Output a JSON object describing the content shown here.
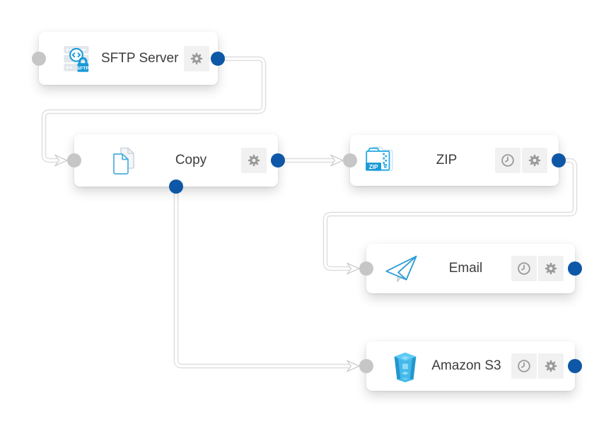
{
  "app": {
    "name": "workflow-builder-canvas"
  },
  "colors": {
    "canvas_background": "#ffffff",
    "node_background": "#ffffff",
    "input_port": "#c6c6c6",
    "output_port": "#0d57a6",
    "connector": "#ffffff",
    "connector_edge": "#dedede",
    "button_background": "#f1f1f1",
    "button_icon": "#9b9b9b",
    "brand_blue": "#1a9ad7",
    "icon_outline_blue": "#2aace3",
    "title_text": "#3d3d3d"
  },
  "nodes": [
    {
      "label": "SFTP Server",
      "icon": "sftp-server-icon",
      "icon_badge": "SFTP",
      "buttons": [
        "settings"
      ]
    },
    {
      "label": "Copy",
      "icon": "copy-documents-icon",
      "buttons": [
        "settings"
      ]
    },
    {
      "label": "ZIP",
      "icon": "zip-folder-icon",
      "icon_badge": "ZIP",
      "buttons": [
        "schedule",
        "settings"
      ]
    },
    {
      "label": "Email",
      "icon": "paper-plane-icon",
      "buttons": [
        "schedule",
        "settings"
      ]
    },
    {
      "label": "Amazon S3",
      "icon": "amazon-s3-icon",
      "buttons": [
        "schedule",
        "settings"
      ]
    }
  ],
  "connections": [
    {
      "from": "SFTP Server",
      "from_port": "output-right",
      "to": "Copy",
      "to_port": "input-left"
    },
    {
      "from": "Copy",
      "from_port": "output-right",
      "to": "ZIP",
      "to_port": "input-left"
    },
    {
      "from": "ZIP",
      "from_port": "output-right",
      "to": "Email",
      "to_port": "input-left"
    },
    {
      "from": "Copy",
      "from_port": "output-bottom",
      "to": "Amazon S3",
      "to_port": "input-left"
    }
  ]
}
